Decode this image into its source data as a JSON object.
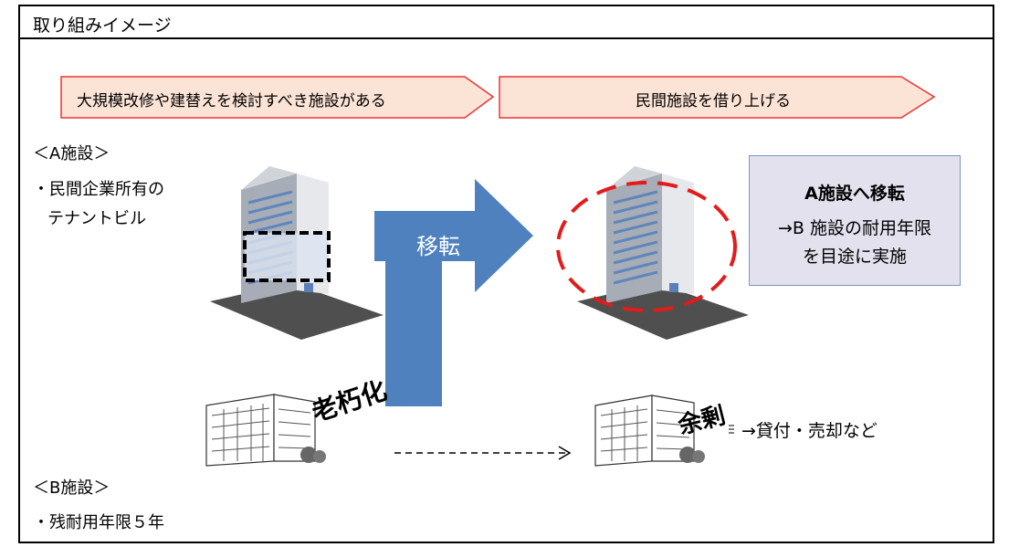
{
  "frame": {
    "title": "取り組みイメージ"
  },
  "steps": [
    {
      "label": "大規模改修や建替えを検討すべき施設がある"
    },
    {
      "label": "民間施設を借り上げる"
    }
  ],
  "facility_a": {
    "title": "＜A施設＞",
    "bullet": "・民間企業所有の",
    "bullet_cont": "テナントビル"
  },
  "facility_b": {
    "title": "＜B施設＞",
    "bullet": "・残耐用年限５年"
  },
  "arrow": {
    "label": "移転"
  },
  "stamps": {
    "aging": "老朽化",
    "surplus": "余剰"
  },
  "callout": {
    "title": "A施設へ移転",
    "line1": "→B 施設の耐用年限",
    "line2": "を目途に実施"
  },
  "note": {
    "text": "→貸付・売却など"
  },
  "colors": {
    "step_fill": "#fbe3d6",
    "step_border": "#ee3333",
    "arrow_blue": "#4e81bd",
    "dashed_red": "#e31b1b",
    "callout_fill": "#e4e1ee",
    "callout_border": "#7b93c4"
  }
}
